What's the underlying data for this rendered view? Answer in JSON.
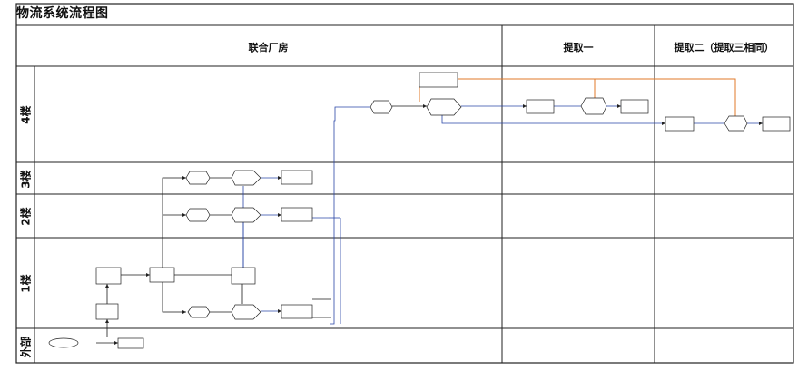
{
  "title": "物流系统流程图",
  "columns": {
    "joint_plant": "联合厂房",
    "extract_one": "提取一",
    "extract_two": "提取二（提取三相同）"
  },
  "rows": {
    "floor4": "4楼",
    "floor3": "3楼",
    "floor2": "2楼",
    "floor1": "1楼",
    "outside": "外部"
  },
  "colors": {
    "grid": "#222222",
    "flow_black": "#1a1a1a",
    "flow_blue": "#2a46a6",
    "flow_orange": "#e07a2a"
  }
}
